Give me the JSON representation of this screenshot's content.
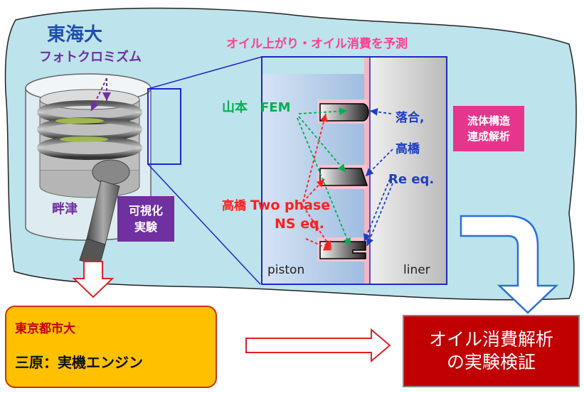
{
  "labels": {
    "tokai": "東海大",
    "photochromism": "フォトクロミズム",
    "predict": "オイル上がり・オイル消費を予測",
    "yamamoto_fem": "山本　FEM",
    "ochiai": "落合,",
    "takahashi_1": "高橋",
    "re_eq": "Re eq.",
    "takahashi_2": "高橋",
    "two_phase": "Two phase",
    "ns_eq": "NS eq.",
    "hahatsu": "畔津",
    "piston": "piston",
    "liner": "liner"
  },
  "boxes": {
    "visualization": [
      "可視化",
      "実験"
    ],
    "fluid_structure": [
      "流体構造",
      "連成解析"
    ],
    "tcu_title": "東京都市大",
    "tcu_subtitle": "三原：実機エンジン",
    "oil_validation": [
      "オイル消費解析",
      "の実験検証"
    ]
  },
  "colors": {
    "blob_fill": "#bde3ec",
    "purple": "#7030a0",
    "pink": "#e5368c",
    "green": "#00b050",
    "blue": "#1f3fc0",
    "red": "#ff1f1f",
    "tcu_fill": "#ffc000",
    "oil_fill": "#c00000"
  }
}
